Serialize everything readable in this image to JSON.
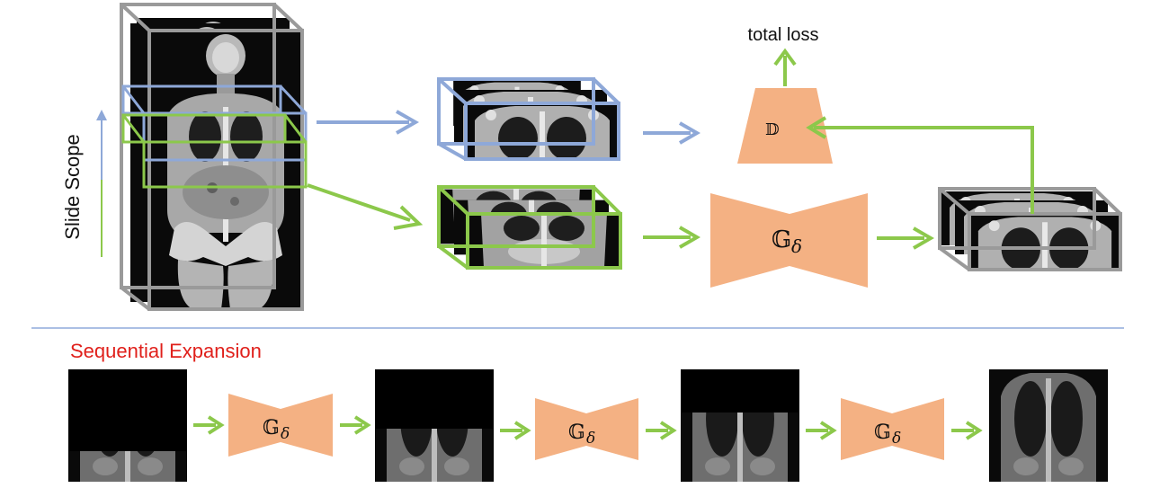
{
  "labels": {
    "slide_scope": "Slide Scope",
    "total_loss": "total loss",
    "sequential_expansion": "Sequential Expansion",
    "discriminator": "𝔻",
    "generator_main": "𝔾",
    "generator_sub": "δ"
  },
  "colors": {
    "blue": "#8ea8d8",
    "green": "#8cc84b",
    "orange": "#f4b183",
    "gray": "#9a9a9a",
    "red": "#e0201b",
    "divider": "#8faadc"
  },
  "sequential_steps": [
    {
      "filled_fraction": 0.27
    },
    {
      "filled_fraction": 0.47
    },
    {
      "filled_fraction": 0.62
    },
    {
      "filled_fraction": 1.0
    }
  ]
}
